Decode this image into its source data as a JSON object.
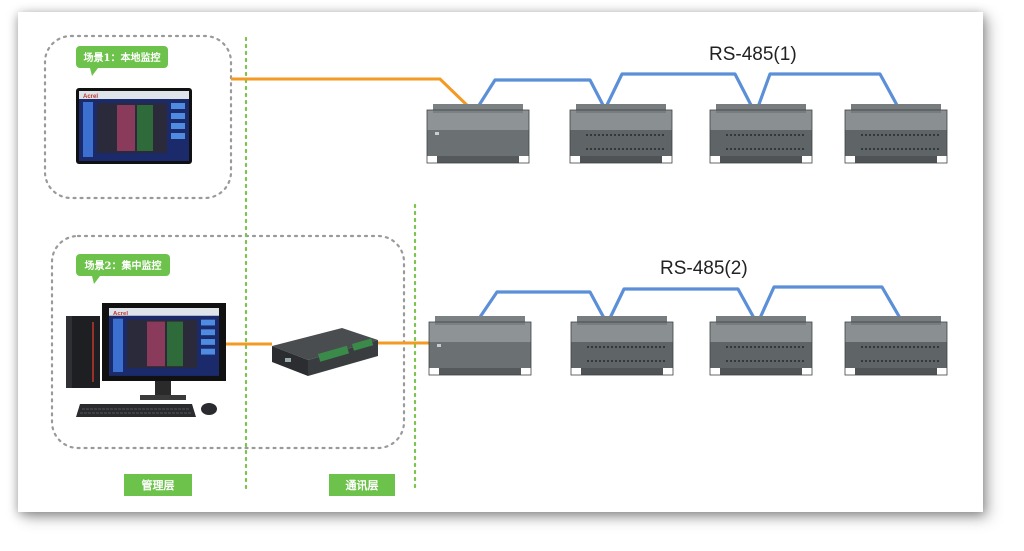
{
  "scenes": {
    "local": {
      "tag": "场景1：本地监控"
    },
    "central": {
      "tag": "场景2：集中监控"
    }
  },
  "buses": {
    "bus1": {
      "label": "RS-485(1)"
    },
    "bus2": {
      "label": "RS-485(2)"
    }
  },
  "layers": {
    "management": {
      "label": "管理层"
    },
    "communication": {
      "label": "通讯层"
    }
  },
  "colors": {
    "green_tag": "#6cc24a",
    "divider": "#7cc24e",
    "orange_link": "#f39a24",
    "blue_bus": "#5b8fd8",
    "device_body": "#6e7376"
  },
  "icons": [
    "touch-panel-icon",
    "desktop-monitor-icon",
    "pc-tower-icon",
    "keyboard-icon",
    "mouse-icon",
    "gateway-icon",
    "meter-device-icon"
  ]
}
